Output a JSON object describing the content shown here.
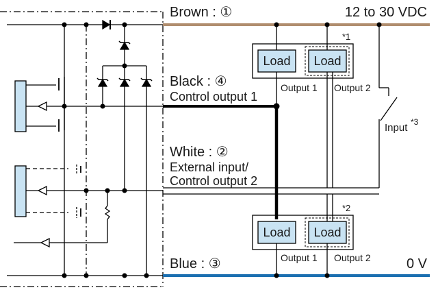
{
  "wires": {
    "brown": {
      "label": "Brown : ①",
      "voltage": "12 to 30 VDC",
      "color": "#b08d6e"
    },
    "black": {
      "label_line1": "Black : ④",
      "label_line2": "Control output 1",
      "color": "#000000"
    },
    "white": {
      "label_line1": "White : ②",
      "label_line2": "External input/",
      "label_line3": "Control output 2"
    },
    "blue": {
      "label": "Blue : ③",
      "voltage": "0 V",
      "color": "#1b6fb0"
    }
  },
  "load_groups": [
    {
      "note": "*1",
      "loads": [
        {
          "label": "Load",
          "output": "Output 1"
        },
        {
          "label": "Load",
          "output": "Output 2"
        }
      ]
    },
    {
      "note": "*2",
      "loads": [
        {
          "label": "Load",
          "output": "Output 1"
        },
        {
          "label": "Load",
          "output": "Output 2"
        }
      ]
    }
  ],
  "input_switch": {
    "label": "Input",
    "note": "*3"
  },
  "colors": {
    "load_fill": "#c9e3f3",
    "line": "#000000"
  }
}
